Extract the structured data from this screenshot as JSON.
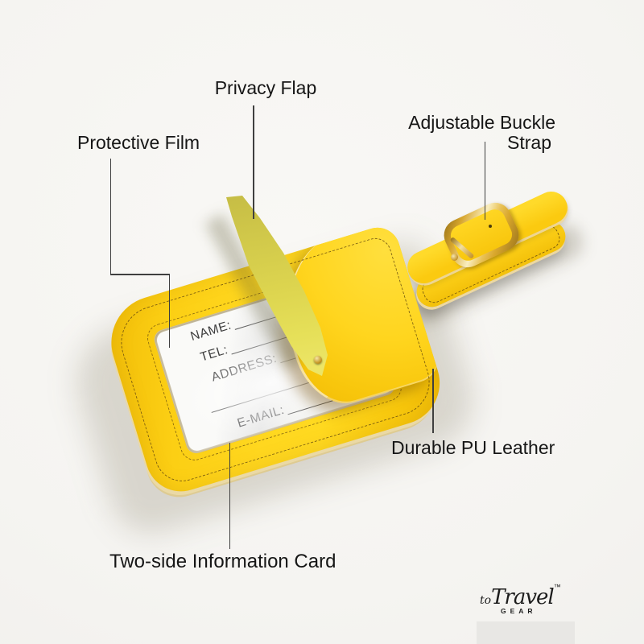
{
  "product_labels": {
    "privacy_flap": "Privacy Flap",
    "protective_film": "Protective Film",
    "adjustable_buckle_line1": "Adjustable Buckle",
    "adjustable_buckle_line2": "Strap",
    "durable_pu_leather": "Durable PU Leather",
    "two_side_information_card": "Two-side Information Card"
  },
  "info_card": {
    "fields": [
      {
        "label": "NAME:"
      },
      {
        "label": "TEL:"
      },
      {
        "label": "ADDRESS:"
      },
      {
        "label": ""
      },
      {
        "label": "E-MAIL:"
      }
    ]
  },
  "brand": {
    "script_prefix": "to",
    "script_name": "Travel",
    "trademark": "™",
    "subtext": "GEAR"
  },
  "colors": {
    "tag_yellow": "#FFD71F",
    "flap_yellow_green": "#DCD553",
    "buckle_gold": "#D8A62E",
    "card_white": "#F8F8F6",
    "background": "#F5F4F1",
    "label_text": "#1C1C1C"
  }
}
